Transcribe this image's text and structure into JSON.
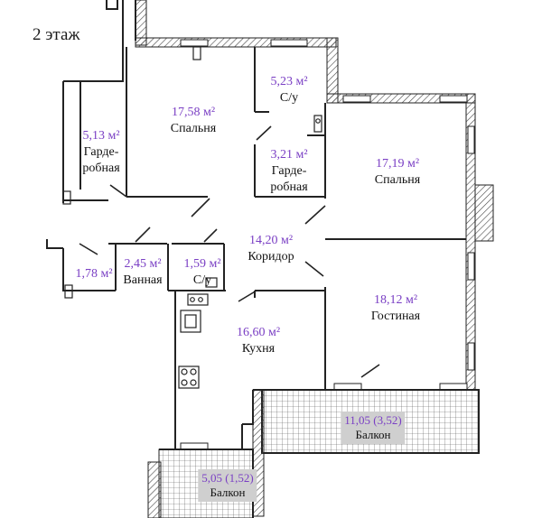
{
  "floor_label": "2 этаж",
  "rooms": [
    {
      "id": "garderobnaya-1",
      "area": "5,13 м²",
      "name": "Гарде-\nробная"
    },
    {
      "id": "spalnya-1",
      "area": "17,58 м²",
      "name": "Спальня"
    },
    {
      "id": "su-1",
      "area": "5,23 м²",
      "name": "С/у"
    },
    {
      "id": "garderobnaya-2",
      "area": "3,21 м²",
      "name": "Гарде-\nробная"
    },
    {
      "id": "spalnya-2",
      "area": "17,19 м²",
      "name": "Спальня"
    },
    {
      "id": "koridor",
      "area": "14,20 м²",
      "name": "Коридор"
    },
    {
      "id": "room-178",
      "area": "1,78 м²",
      "name": ""
    },
    {
      "id": "vannaya",
      "area": "2,45 м²",
      "name": "Ванная"
    },
    {
      "id": "su-2",
      "area": "1,59 м²",
      "name": "С/у"
    },
    {
      "id": "gostinaya",
      "area": "18,12 м²",
      "name": "Гостиная"
    },
    {
      "id": "kukhnya",
      "area": "16,60 м²",
      "name": "Кухня"
    }
  ],
  "balconies": [
    {
      "id": "balkon-1",
      "area": "11,05 (3,52)",
      "name": "Балкон"
    },
    {
      "id": "balkon-2",
      "area": "5,05 (1,52)",
      "name": "Балкон"
    }
  ],
  "colors": {
    "wall": "#222222",
    "hatch": "#444444",
    "area_text": "#7a3fc4",
    "balcony_fill": "#cfcfcf"
  }
}
